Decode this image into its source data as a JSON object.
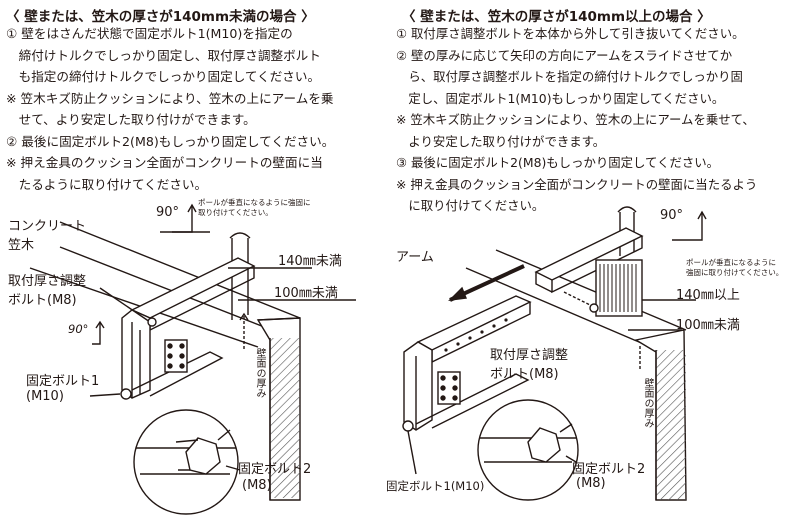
{
  "left": {
    "heading": "〈 壁または、笠木の厚さが140mm未満の場合 〉",
    "steps": [
      "① 壁をはさんだ状態で固定ボルト1(M10)を指定の",
      "　締付けトルクでしっかり固定し、取付厚さ調整ボルト",
      "　も指定の締付けトルクでしっかり固定してください。",
      "※ 笠木キズ防止クッションにより、笠木の上にアームを乗",
      "　せて、より安定した取り付けができます。",
      "② 最後に固定ボルト2(M8)もしっかり固定してください。",
      "※ 押え金具のクッション全面がコンクリートの壁面に当",
      "　たるように取り付けてください。"
    ],
    "labels": {
      "concrete": "コンクリート",
      "kasagi": "笠木",
      "adjust_bolt_1": "取付厚さ調整",
      "adjust_bolt_2": "ボルト(M8)",
      "fix_bolt1_1": "固定ボルト1",
      "fix_bolt1_2": "(M10)",
      "fix_bolt2_1": "固定ボルト2",
      "fix_bolt2_2": "(M8)",
      "angle_top": "90°",
      "angle_arm": "90°",
      "note_1": "ポールが垂直になるように強固に",
      "note_2": "取り付けてください。",
      "dim_140": "140㎜未満",
      "dim_100": "100㎜未満",
      "wall_thickness": "壁面の厚み"
    }
  },
  "right": {
    "heading": "〈 壁または、笠木の厚さが140mm以上の場合 〉",
    "steps": [
      "① 取付厚さ調整ボルトを本体から外して引き抜いてください。",
      "② 壁の厚みに応じて矢印の方向にアームをスライドさせてか",
      "　ら、取付厚さ調整ボルトを指定の締付けトルクでしっかり固",
      "　定し、固定ボルト1(M10)もしっかり固定してください。",
      "※ 笠木キズ防止クッションにより、笠木の上にアームを乗せて、",
      "　より安定した取り付けができます。",
      "③ 最後に固定ボルト2(M8)もしっかり固定してください。",
      "※ 押え金具のクッション全面がコンクリートの壁面に当たるよう",
      "　に取り付けてください。"
    ],
    "labels": {
      "arm": "アーム",
      "adjust_bolt_1": "取付厚さ調整",
      "adjust_bolt_2": "ボルト(M8)",
      "fix_bolt1": "固定ボルト1(M10)",
      "fix_bolt2_1": "固定ボルト2",
      "fix_bolt2_2": "(M8)",
      "angle_top": "90°",
      "note_1": "ポールが垂直になるように",
      "note_2": "強固に取り付けてください。",
      "dim_140": "140㎜以上",
      "dim_100": "100㎜未満",
      "wall_thickness": "壁面の厚み"
    }
  },
  "colors": {
    "ink": "#231815",
    "hatch": "#555555",
    "background": "#ffffff"
  }
}
